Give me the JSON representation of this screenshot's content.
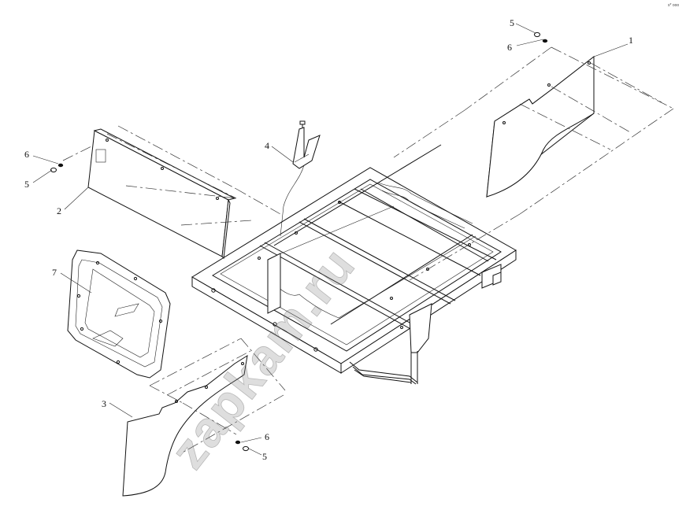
{
  "callouts": {
    "c1": "1",
    "c2": "2",
    "c3": "3",
    "c4": "4",
    "c5a": "5",
    "c6a": "6",
    "c6b": "6",
    "c5b": "5",
    "c6c": "6",
    "c5c": "5",
    "c7": "7"
  },
  "watermark": "zapkam.ru",
  "corner_mark": "s* ooo"
}
